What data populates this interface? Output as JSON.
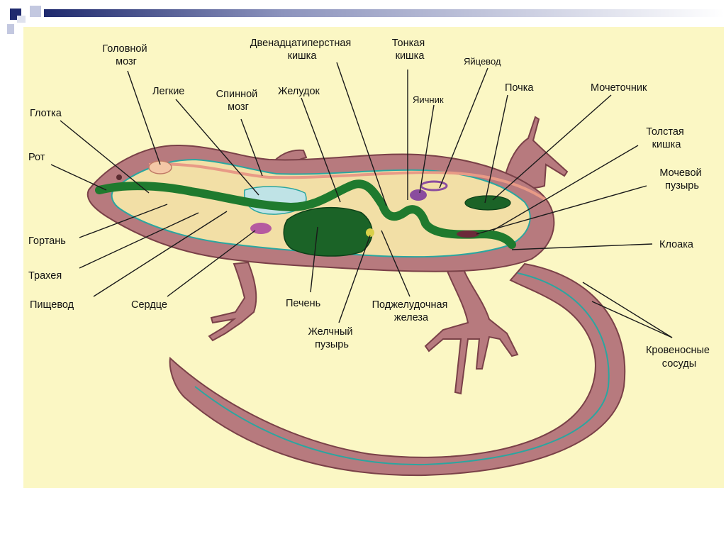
{
  "colors": {
    "background": "#fbf7c4",
    "skin": "#b77a7e",
    "body_cavity": "#f2dfa6",
    "digestive_tract": "#1f7a2e",
    "liver": "#1b6327",
    "lungs": "#bfe3e6",
    "reproductive": "#8a4c9e",
    "vessels": "#2aa6a0"
  },
  "labels": {
    "golovnoy_mozg": [
      "Головной",
      "мозг"
    ],
    "glotka": [
      "Глотка"
    ],
    "rot": [
      "Рот"
    ],
    "legkie": [
      "Легкие"
    ],
    "spinnoy_mozg": [
      "Спинной",
      "мозг"
    ],
    "dvenadtsatiperstnaya": [
      "Двенадцатиперстная",
      "кишка"
    ],
    "zheludok": [
      "Желудок"
    ],
    "tonkaya_kishka": [
      "Тонкая",
      "кишка"
    ],
    "yaytsevod": [
      "Яйцевод"
    ],
    "yaichnik": [
      "Яичник"
    ],
    "pochka": [
      "Почка"
    ],
    "mochetochnik": [
      "Мочеточник"
    ],
    "tolstaya_kishka": [
      "Толстая",
      "кишка"
    ],
    "mochevoy_puzyr": [
      "Мочевой",
      "пузырь"
    ],
    "gortan": [
      "Гортань"
    ],
    "trakheya": [
      "Трахея"
    ],
    "pishchevod": [
      "Пищевод"
    ],
    "serdtse": [
      "Сердце"
    ],
    "pechen": [
      "Печень"
    ],
    "zhelchny_puzyr": [
      "Желчный",
      "пузырь"
    ],
    "podzheludochnaya": [
      "Поджелудочная",
      "железа"
    ],
    "kloaka": [
      "Клоака"
    ],
    "krovenosnye_sosudy": [
      "Кровеносные",
      "сосуды"
    ]
  }
}
